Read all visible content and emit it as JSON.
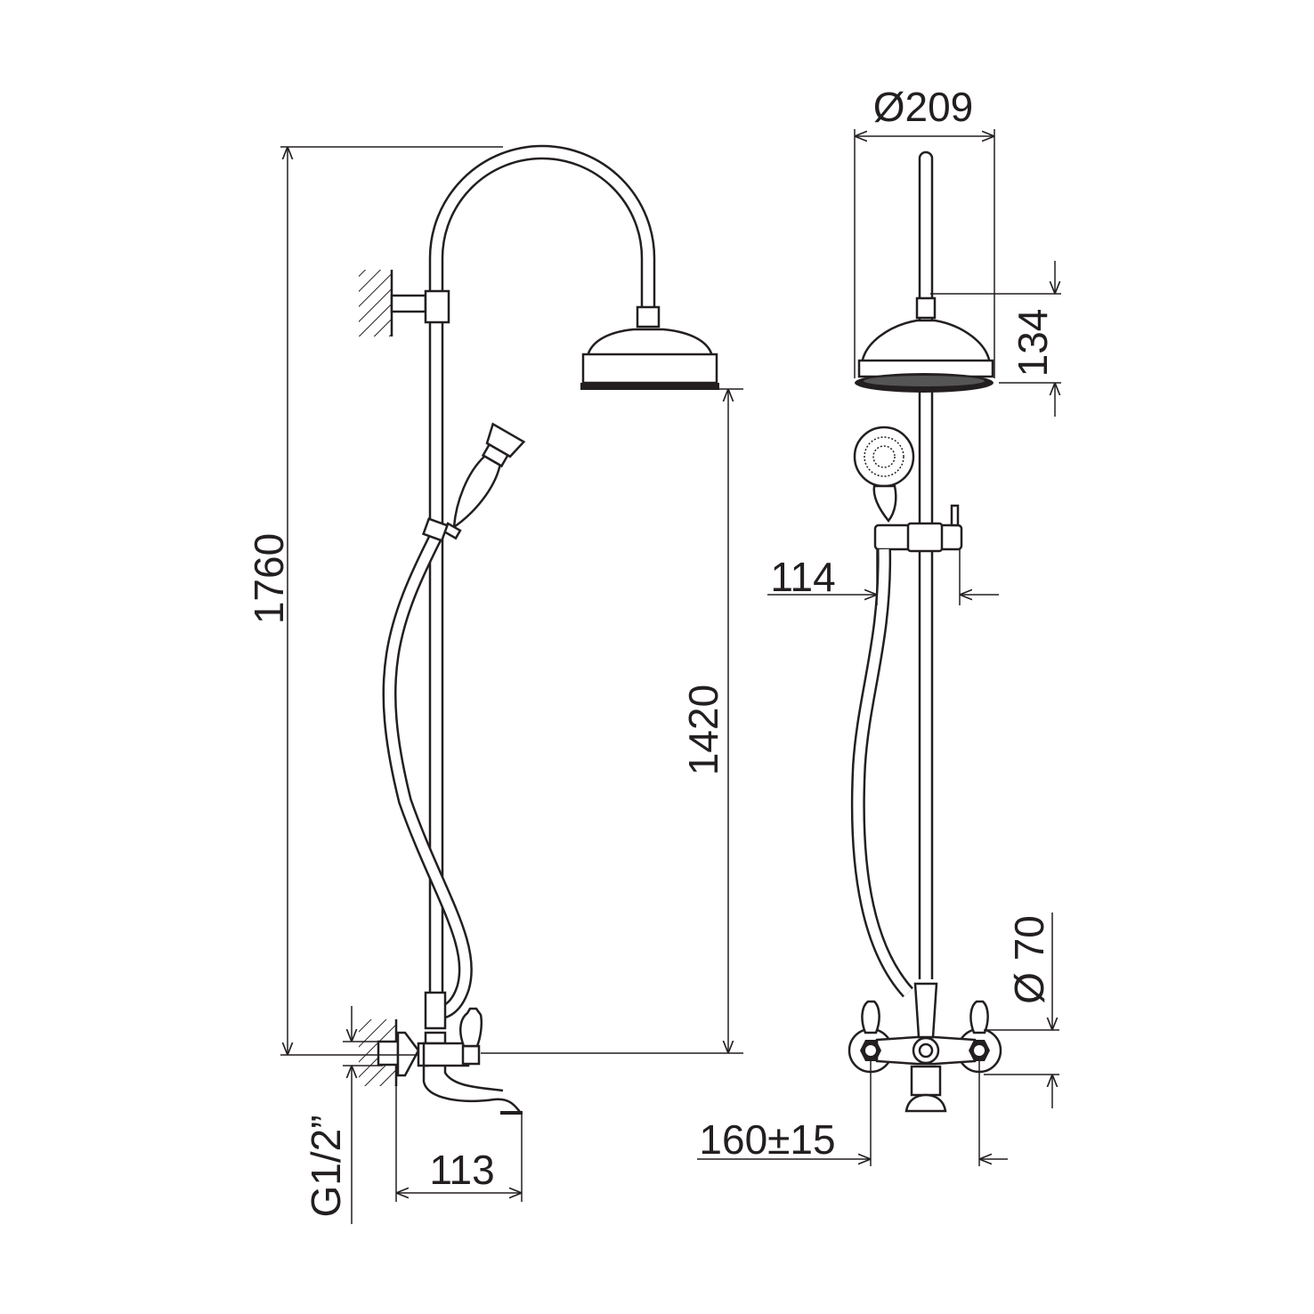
{
  "drawing": {
    "side_view": {
      "total_height": "1760",
      "head_height": "1420",
      "inlet_thread": "G1/2”",
      "spout_projection": "113"
    },
    "front_view": {
      "head_diameter": "Ø209",
      "head_depth": "134",
      "slider_width": "114",
      "escutcheon_diameter": "Ø 70",
      "inlet_centers": "160±15"
    },
    "colors": {
      "line": "#231f20",
      "background": "#ffffff"
    }
  }
}
